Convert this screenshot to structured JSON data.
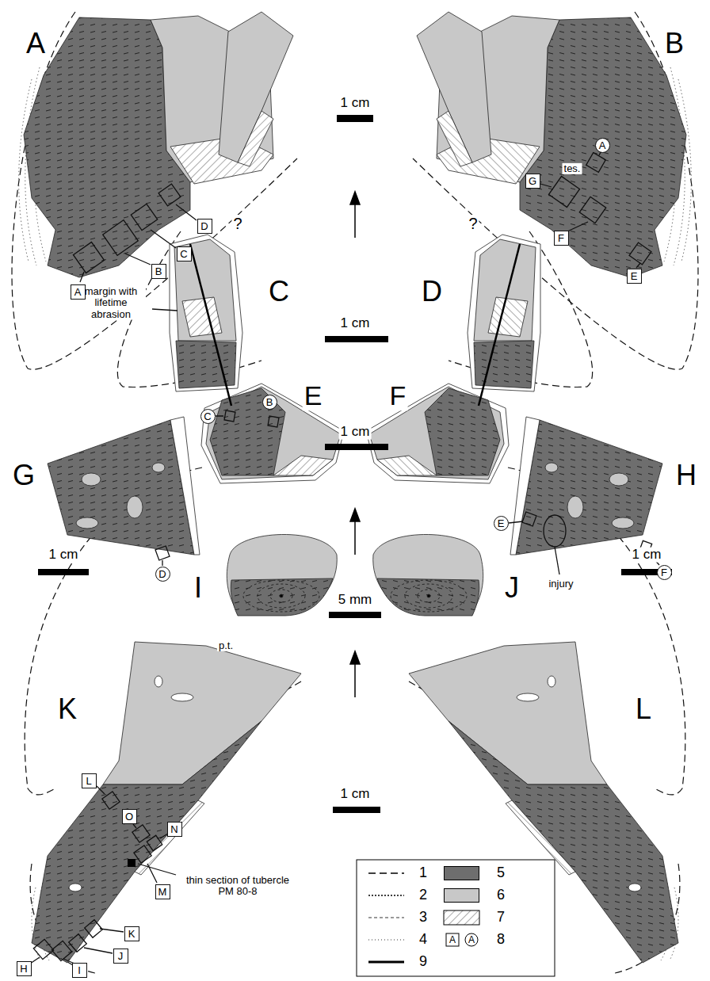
{
  "diagram": {
    "nodes": [
      {
        "text": [
          "A"
        ]
      },
      {
        "text": [
          "B"
        ]
      },
      {
        "text": [
          "C"
        ]
      },
      {
        "text": [
          "D"
        ]
      },
      {
        "text": [
          "A"
        ]
      },
      {
        "text": [
          "G"
        ]
      },
      {
        "text": [
          "F"
        ]
      },
      {
        "text": [
          "E"
        ]
      },
      {
        "text": [
          "B"
        ]
      },
      {
        "text": [
          "C"
        ]
      },
      {
        "text": [
          "D"
        ]
      },
      {
        "text": [
          "E"
        ]
      },
      {
        "text": [
          "F"
        ]
      },
      {
        "text": [
          "L"
        ]
      },
      {
        "text": [
          "O"
        ]
      },
      {
        "text": [
          "N"
        ]
      },
      {
        "text": [
          "M"
        ]
      },
      {
        "text": [
          "H"
        ]
      },
      {
        "text": [
          "I"
        ]
      },
      {
        "text": [
          "J"
        ]
      },
      {
        "text": [
          "K"
        ]
      }
    ],
    "labels": [
      "A",
      "B",
      "C",
      "D",
      "E",
      "F",
      "G",
      "H",
      "I",
      "J",
      "K",
      "L",
      "1 cm",
      "1 cm",
      "1 cm",
      "1 cm",
      "1 cm",
      "5 mm",
      "1 cm",
      "?",
      "?",
      "margin with lifetime abrasion",
      "tes.",
      "p.t.",
      "injury",
      "thin section of tubercle PM 80-8",
      "A",
      "A"
    ],
    "legend": [
      {
        "text": "1"
      },
      {
        "text": "2"
      },
      {
        "text": "3"
      },
      {
        "text": "4"
      },
      {
        "text": "5",
        "color": "#6e6e6e"
      },
      {
        "text": "6",
        "color": "#c8c8c8"
      },
      {
        "text": "7"
      },
      {
        "text": "8"
      },
      {
        "text": "9"
      }
    ]
  }
}
